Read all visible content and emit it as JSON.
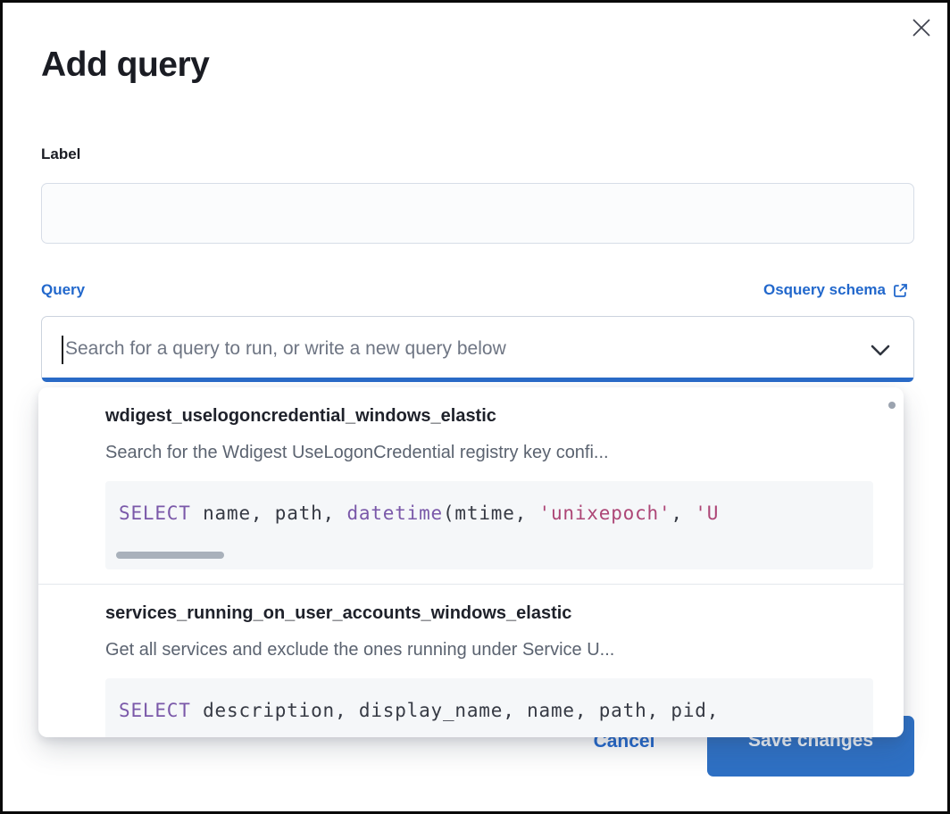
{
  "modal": {
    "title": "Add query"
  },
  "label_field": {
    "label": "Label",
    "value": ""
  },
  "query_field": {
    "label": "Query",
    "schema_link_label": "Osquery schema",
    "placeholder": "Search for a query to run, or write a new query below"
  },
  "dropdown": {
    "options": [
      {
        "title": "wdigest_uselogoncredential_windows_elastic",
        "description": "Search for the Wdigest UseLogonCredential registry key confi...",
        "code": [
          {
            "type": "keyword",
            "text": "SELECT"
          },
          {
            "type": "plain",
            "text": " name, path, "
          },
          {
            "type": "keyword",
            "text": "datetime"
          },
          {
            "type": "plain",
            "text": "(mtime, "
          },
          {
            "type": "string",
            "text": "'unixepoch'"
          },
          {
            "type": "plain",
            "text": ", "
          },
          {
            "type": "string",
            "text": "'U"
          }
        ]
      },
      {
        "title": "services_running_on_user_accounts_windows_elastic",
        "description": "Get all services and exclude the ones running under Service U...",
        "code": [
          {
            "type": "keyword",
            "text": "SELECT"
          },
          {
            "type": "plain",
            "text": " description, display_name, name, path, pid,"
          }
        ]
      }
    ]
  },
  "footer": {
    "cancel_label": "Cancel",
    "save_label": "Save changes"
  },
  "colors": {
    "link_blue": "#2268cc",
    "focus_underline": "#2a6bc8",
    "save_button": "#2e70c4",
    "code_keyword": "#7a58a9",
    "code_string": "#ad4676",
    "code_background": "#f5f7f9"
  }
}
